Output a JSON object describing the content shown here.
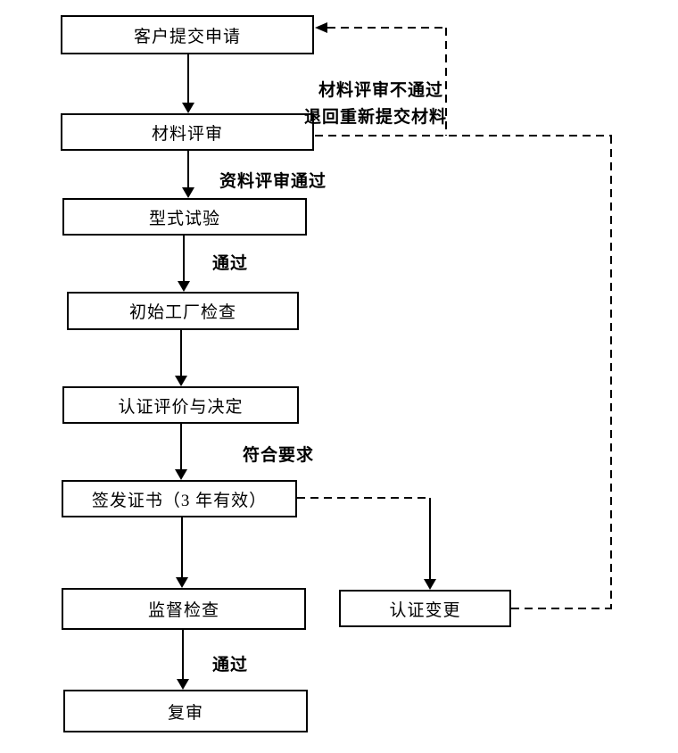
{
  "flowchart": {
    "title_hint": "certification-process-flowchart",
    "nodes": [
      {
        "id": "customer-application",
        "label": "客户提交申请"
      },
      {
        "id": "material-review",
        "label": "材料评审"
      },
      {
        "id": "type-test",
        "label": "型式试验"
      },
      {
        "id": "initial-factory-inspection",
        "label": "初始工厂检查"
      },
      {
        "id": "certification-evaluation",
        "label": "认证评价与决定"
      },
      {
        "id": "certificate-issue",
        "label": "签发证书（3 年有效）"
      },
      {
        "id": "supervision-inspection",
        "label": "监督检查"
      },
      {
        "id": "reexamination",
        "label": "复审"
      },
      {
        "id": "certification-change",
        "label": "认证变更"
      }
    ],
    "edge_labels": {
      "material_review_fail_line1": "材料评审不通过",
      "material_review_fail_line2": "退回重新提交材料",
      "material_review_pass": "资料评审通过",
      "type_test_pass": "通过",
      "meets_requirements": "符合要求",
      "supervision_pass": "通过"
    },
    "colors": {
      "line": "#000000",
      "background": "#ffffff",
      "text": "#000000"
    }
  }
}
